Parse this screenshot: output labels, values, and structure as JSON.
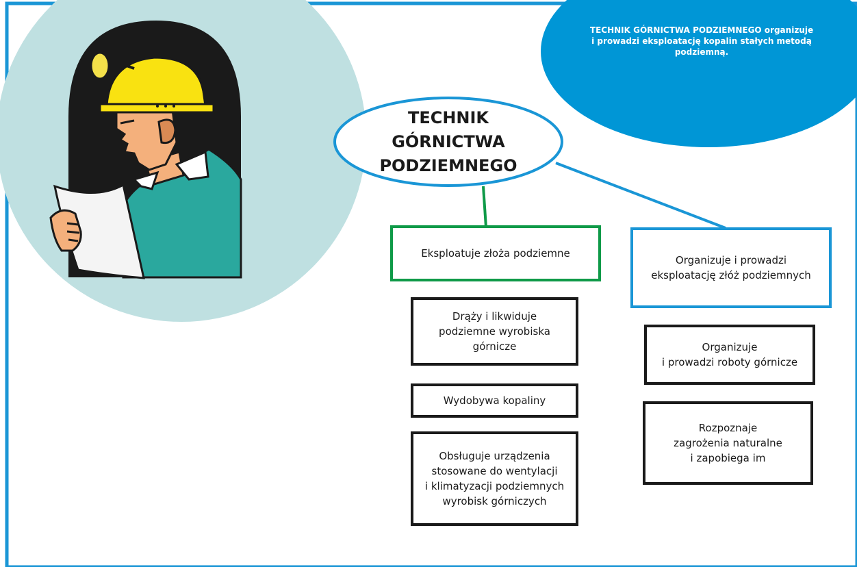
{
  "colors": {
    "frame_blue": "#1a96d6",
    "accent_blue": "#0096d6",
    "light_teal": "#bfe0e1",
    "green": "#0f9a48",
    "black": "#1a1a1a"
  },
  "definition_text": "TECHNIK GÓRNICTWA PODZIEMNEGO organizuje\ni prowadzi eksploatację kopalin stałych metodą\npodziemną.",
  "main_title": "TECHNIK\nGÓRNICTWA\nPODZIEMNEGO",
  "illustration": {
    "icon": "miner-reading-plan-icon"
  },
  "branches": {
    "green": {
      "label": "Eksploatuje złoża podziemne",
      "tasks": [
        "Drąży i likwiduje\npodziemne wyrobiska\ngórnicze",
        "Wydobywa kopaliny",
        "Obsługuje urządzenia\nstosowane do wentylacji\ni klimatyzacji podziemnych\nwyrobisk górniczych"
      ]
    },
    "blue": {
      "label": "Organizuje i prowadzi\neksploatację złóż podziemnych",
      "tasks": [
        "Organizuje\ni prowadzi roboty górnicze",
        "Rozpoznaje\nzagrożenia naturalne\ni zapobiega im"
      ]
    }
  }
}
